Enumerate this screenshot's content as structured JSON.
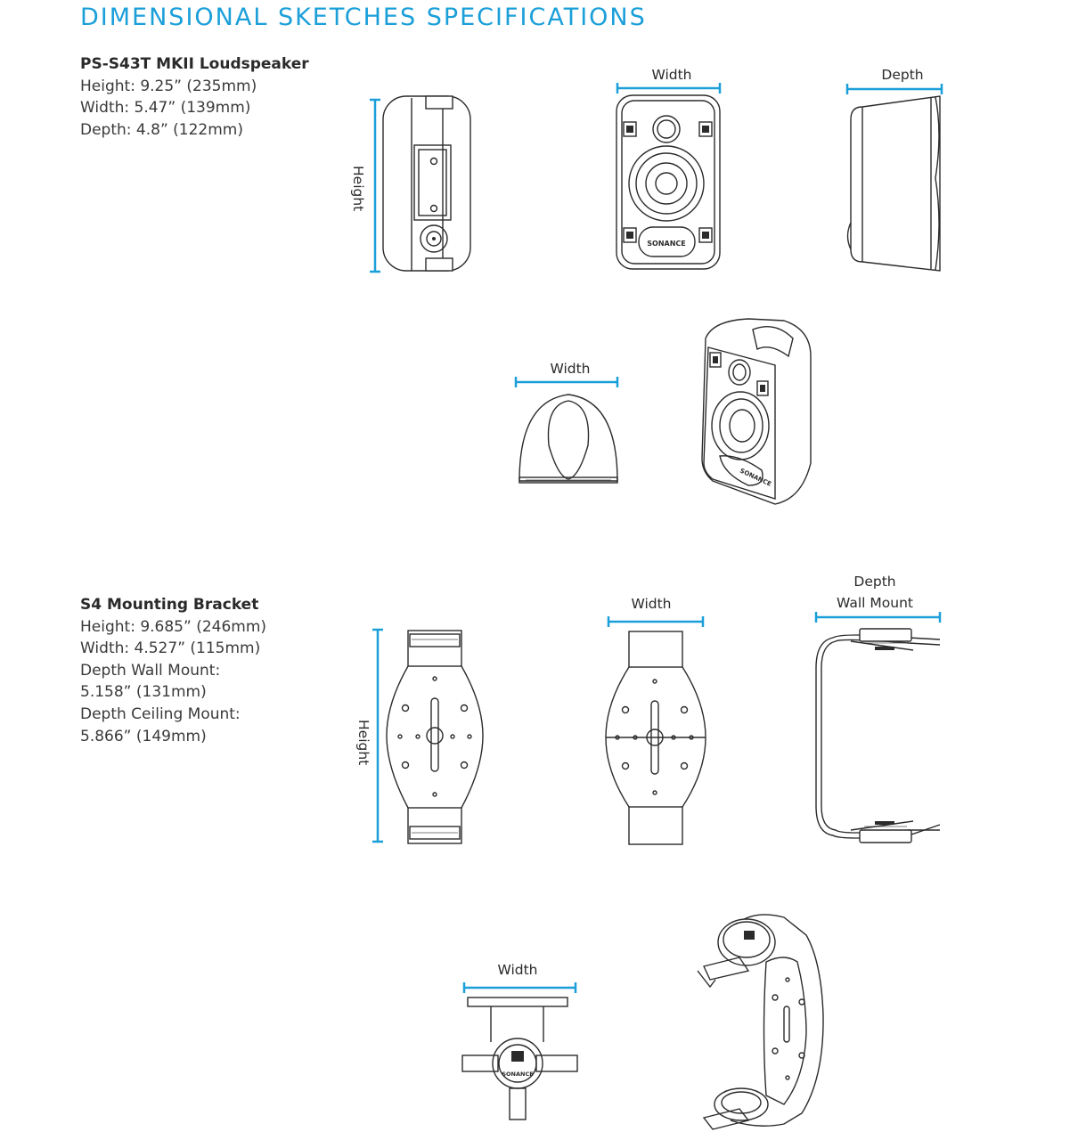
{
  "title": "DIMENSIONAL SKETCHES SPECIFICATIONS",
  "colors": {
    "accent": "#1b9fd9",
    "line": "#2b2b2b"
  },
  "speaker": {
    "name": "PS-S43T MKII Loudspeaker",
    "specs": [
      "Height: 9.25” (235mm)",
      "Width: 5.47” (139mm)",
      "Depth: 4.8” (122mm)"
    ],
    "labels": {
      "height": "Height",
      "width_front": "Width",
      "depth": "Depth",
      "width_top": "Width"
    },
    "logo": "SONANCE"
  },
  "bracket": {
    "name": "S4 Mounting Bracket",
    "specs": [
      "Height:  9.685” (246mm)",
      "Width: 4.527” (115mm)",
      "Depth Wall Mount:",
      "5.158” (131mm)",
      "Depth Ceiling Mount:",
      "5.866” (149mm)"
    ],
    "labels": {
      "height": "Height",
      "width_front": "Width",
      "depth_line1": "Depth",
      "depth_line2": "Wall Mount",
      "width_bottom": "Width"
    },
    "logo": "SONANCE"
  }
}
